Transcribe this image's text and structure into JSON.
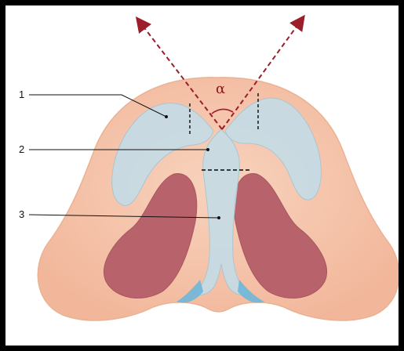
{
  "figure": {
    "callouts": [
      {
        "label": "1"
      },
      {
        "label": "2"
      },
      {
        "label": "3"
      }
    ],
    "angle_label": "α",
    "colors": {
      "skin": "#f6c7ad",
      "skin_edge": "#eab293",
      "nostril": "#b8636b",
      "nostril_edge": "#a95660",
      "cartilage": "#c7dbe4",
      "cartilage_edge": "#a9c5d2",
      "alar_rim": "#6fb6d8",
      "arrow": "#9b1e2a",
      "frame": "#000000"
    }
  }
}
